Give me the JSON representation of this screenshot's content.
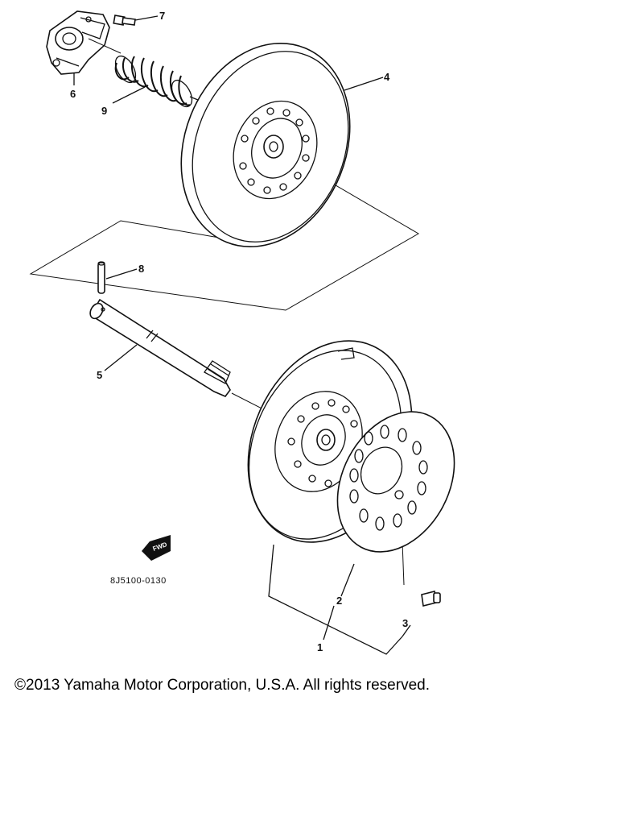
{
  "labels": {
    "p1": "1",
    "p2": "2",
    "p3": "3",
    "p4": "4",
    "p5": "5",
    "p6": "6",
    "p7": "7",
    "p8": "8",
    "p9": "9"
  },
  "diagram_code": "8J5100-0130",
  "fwd_badge": "FWD",
  "copyright": "©2013 Yamaha Motor Corporation, U.S.A. All rights reserved."
}
